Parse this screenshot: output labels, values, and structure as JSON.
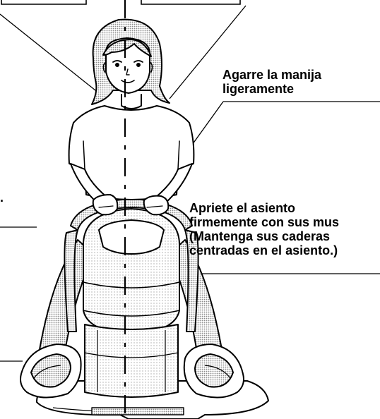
{
  "labels": {
    "handle_line1": "Agarre la manija",
    "handle_line2": "ligeramente",
    "thighs_line1": "Apriete el asiento",
    "thighs_line2": "firmemente con sus mus",
    "thighs_line3": "(Mantenga sus caderas",
    "thighs_line4": "centradas en el asiento.)",
    "left_fragment": "."
  },
  "colors": {
    "ink": "#000000",
    "shade_light": "#d9d9d9",
    "shade_mid": "#bdbdbd",
    "shade_dark": "#9a9a9a"
  }
}
